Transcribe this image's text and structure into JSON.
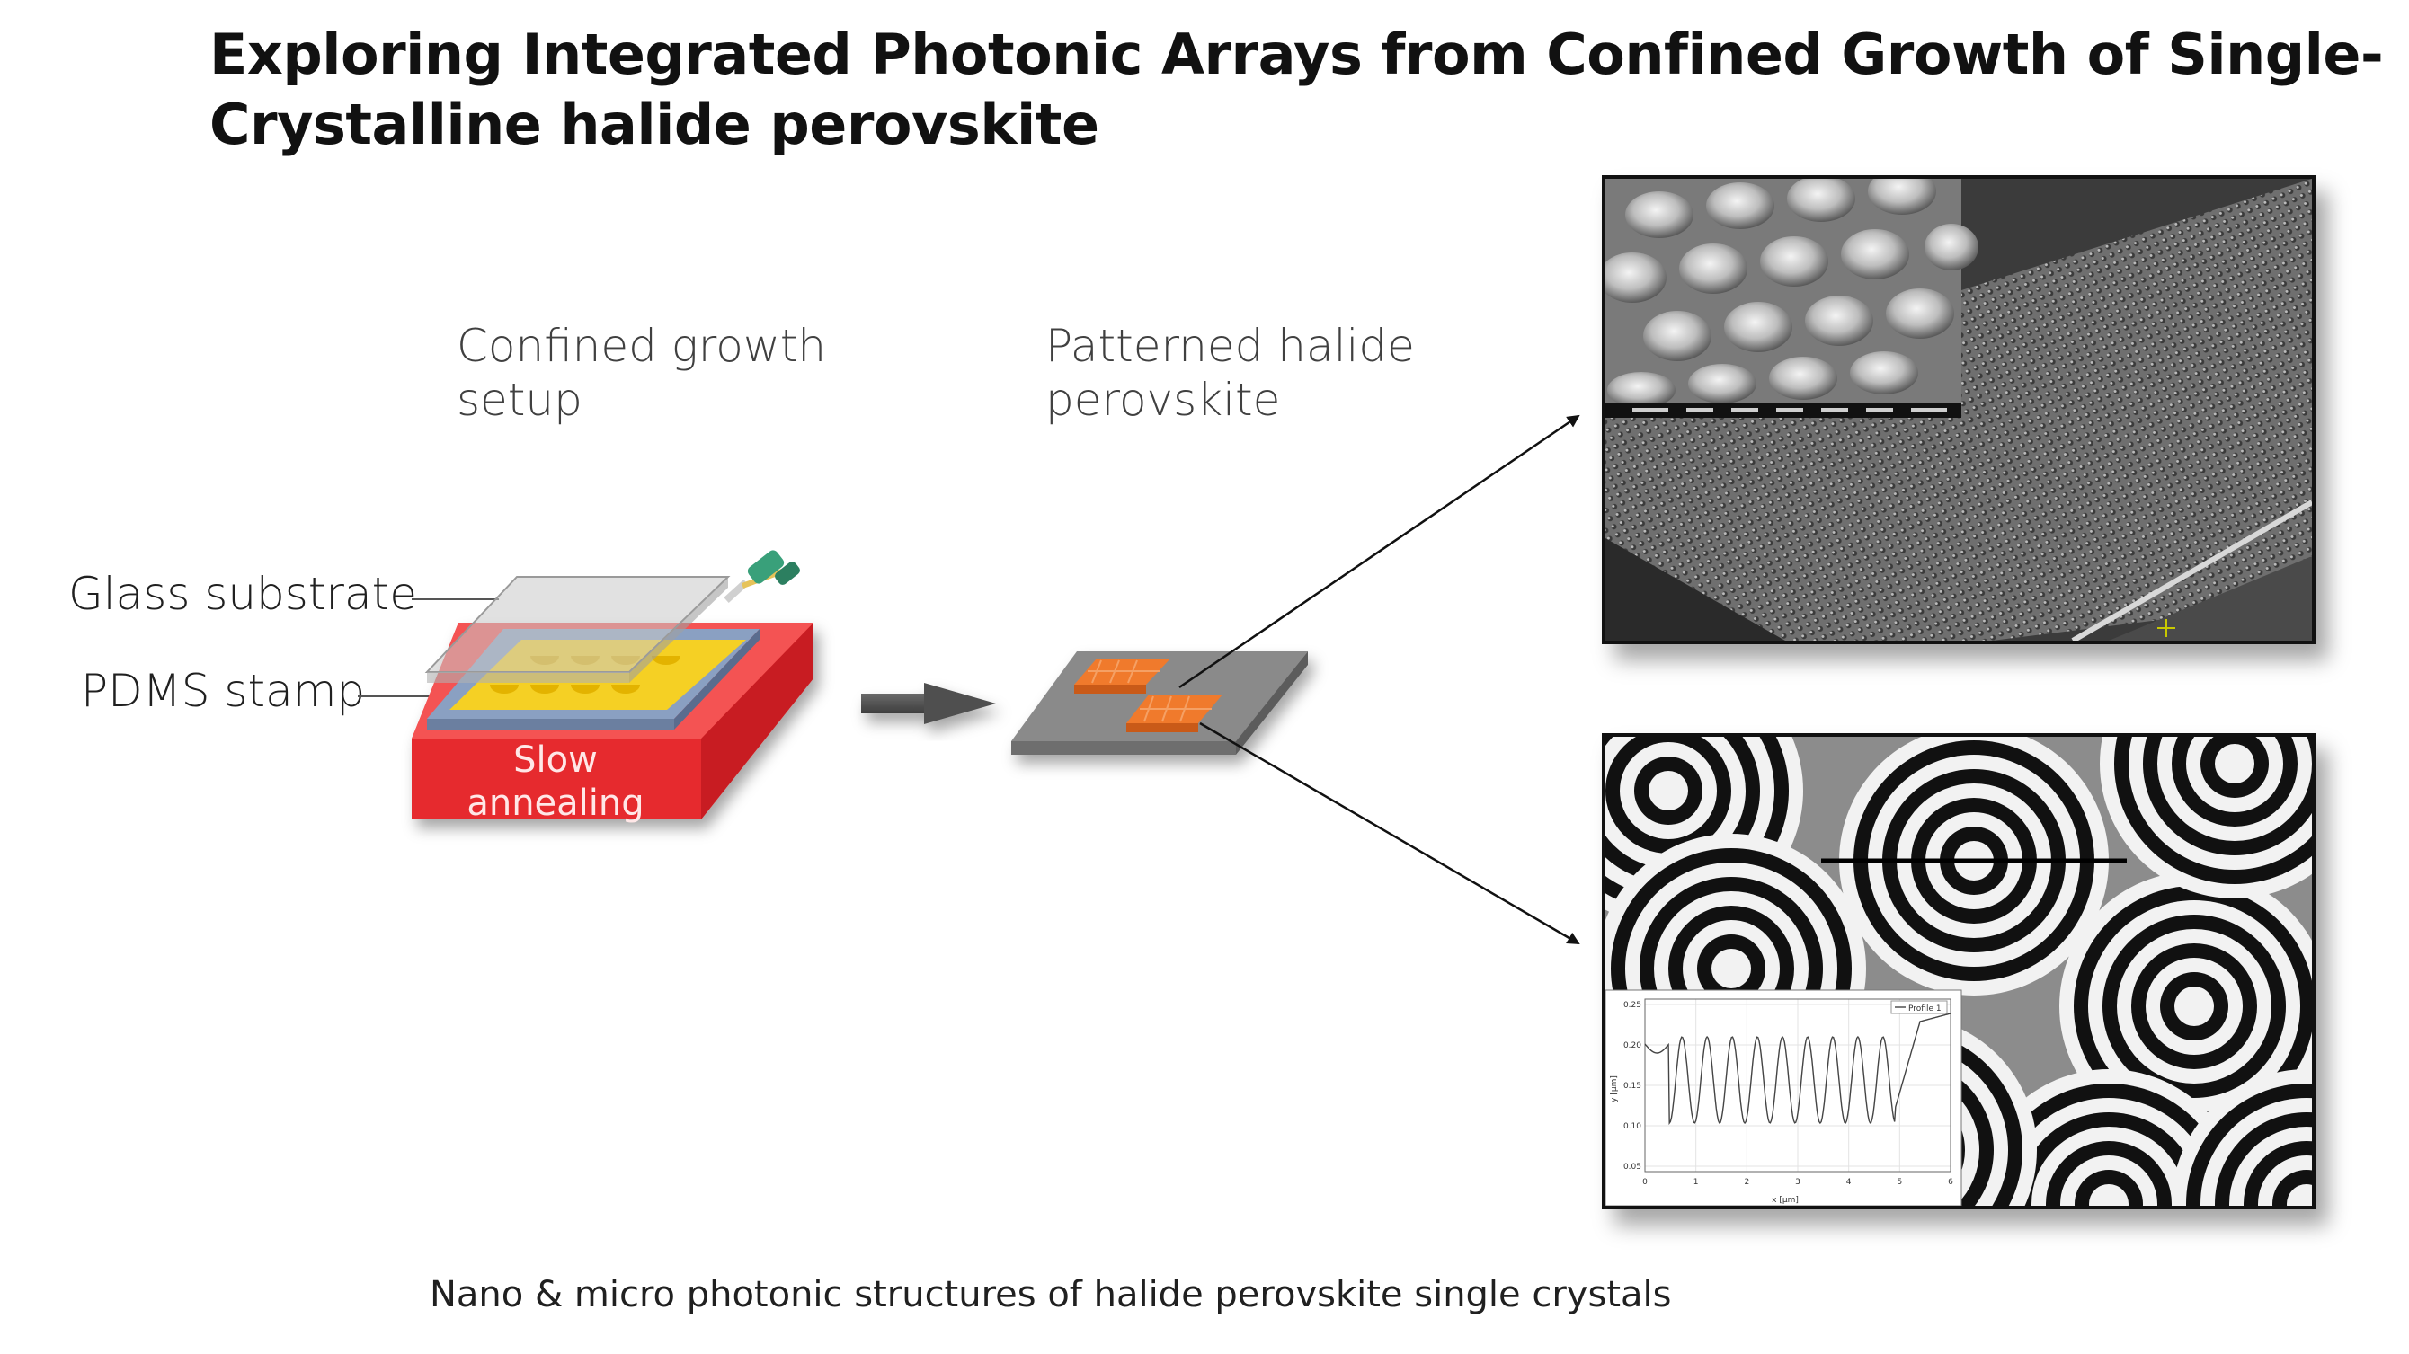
{
  "slide": {
    "title_line1": "Exploring Integrated Photonic Arrays from Confined Growth of Single-",
    "title_line2": "Crystalline halide perovskite",
    "caption": "Nano & micro photonic structures of halide perovskite single crystals"
  },
  "steps": {
    "setup_line1": "Confined growth",
    "setup_line2": "setup",
    "patterned_line1": "Patterned halide",
    "patterned_line2": "perovskite"
  },
  "setup_parts": {
    "glass_label": "Glass substrate",
    "pdms_label": "PDMS stamp",
    "oven_line1": "Slow",
    "oven_line2": "annealing"
  },
  "sem_top": {
    "description_icon": "sem-micrograph-pyramid-array"
  },
  "sem_bottom": {
    "description_icon": "sem-micrograph-concentric-rings",
    "profile": {
      "legend": "Profile 1",
      "xlabel": "x [µm]",
      "ylabel": "y [µm]",
      "yticks": [
        "0.25",
        "0.20",
        "0.15",
        "0.10",
        "0.05"
      ],
      "xticks": [
        "0",
        "1",
        "2",
        "3",
        "4",
        "5",
        "6"
      ]
    }
  },
  "colors": {
    "oven_red": "#e8262a",
    "pdms_yellow": "#f5d024",
    "perovskite_orange": "#f07a2c",
    "arrow_gray": "#4f4f4f"
  }
}
